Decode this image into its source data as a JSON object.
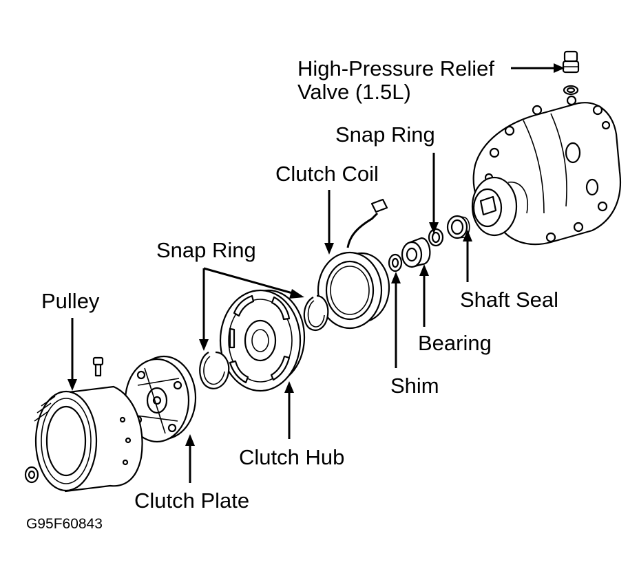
{
  "labels": {
    "relief_valve_line1": "High-Pressure Relief",
    "relief_valve_line2": "Valve (1.5L)",
    "snap_ring_rear": "Snap Ring",
    "clutch_coil": "Clutch Coil",
    "snap_ring_front": "Snap Ring",
    "pulley": "Pulley",
    "shaft_seal": "Shaft Seal",
    "bearing": "Bearing",
    "shim": "Shim",
    "clutch_hub": "Clutch Hub",
    "clutch_plate": "Clutch Plate"
  },
  "figure_code": "G95F60843"
}
